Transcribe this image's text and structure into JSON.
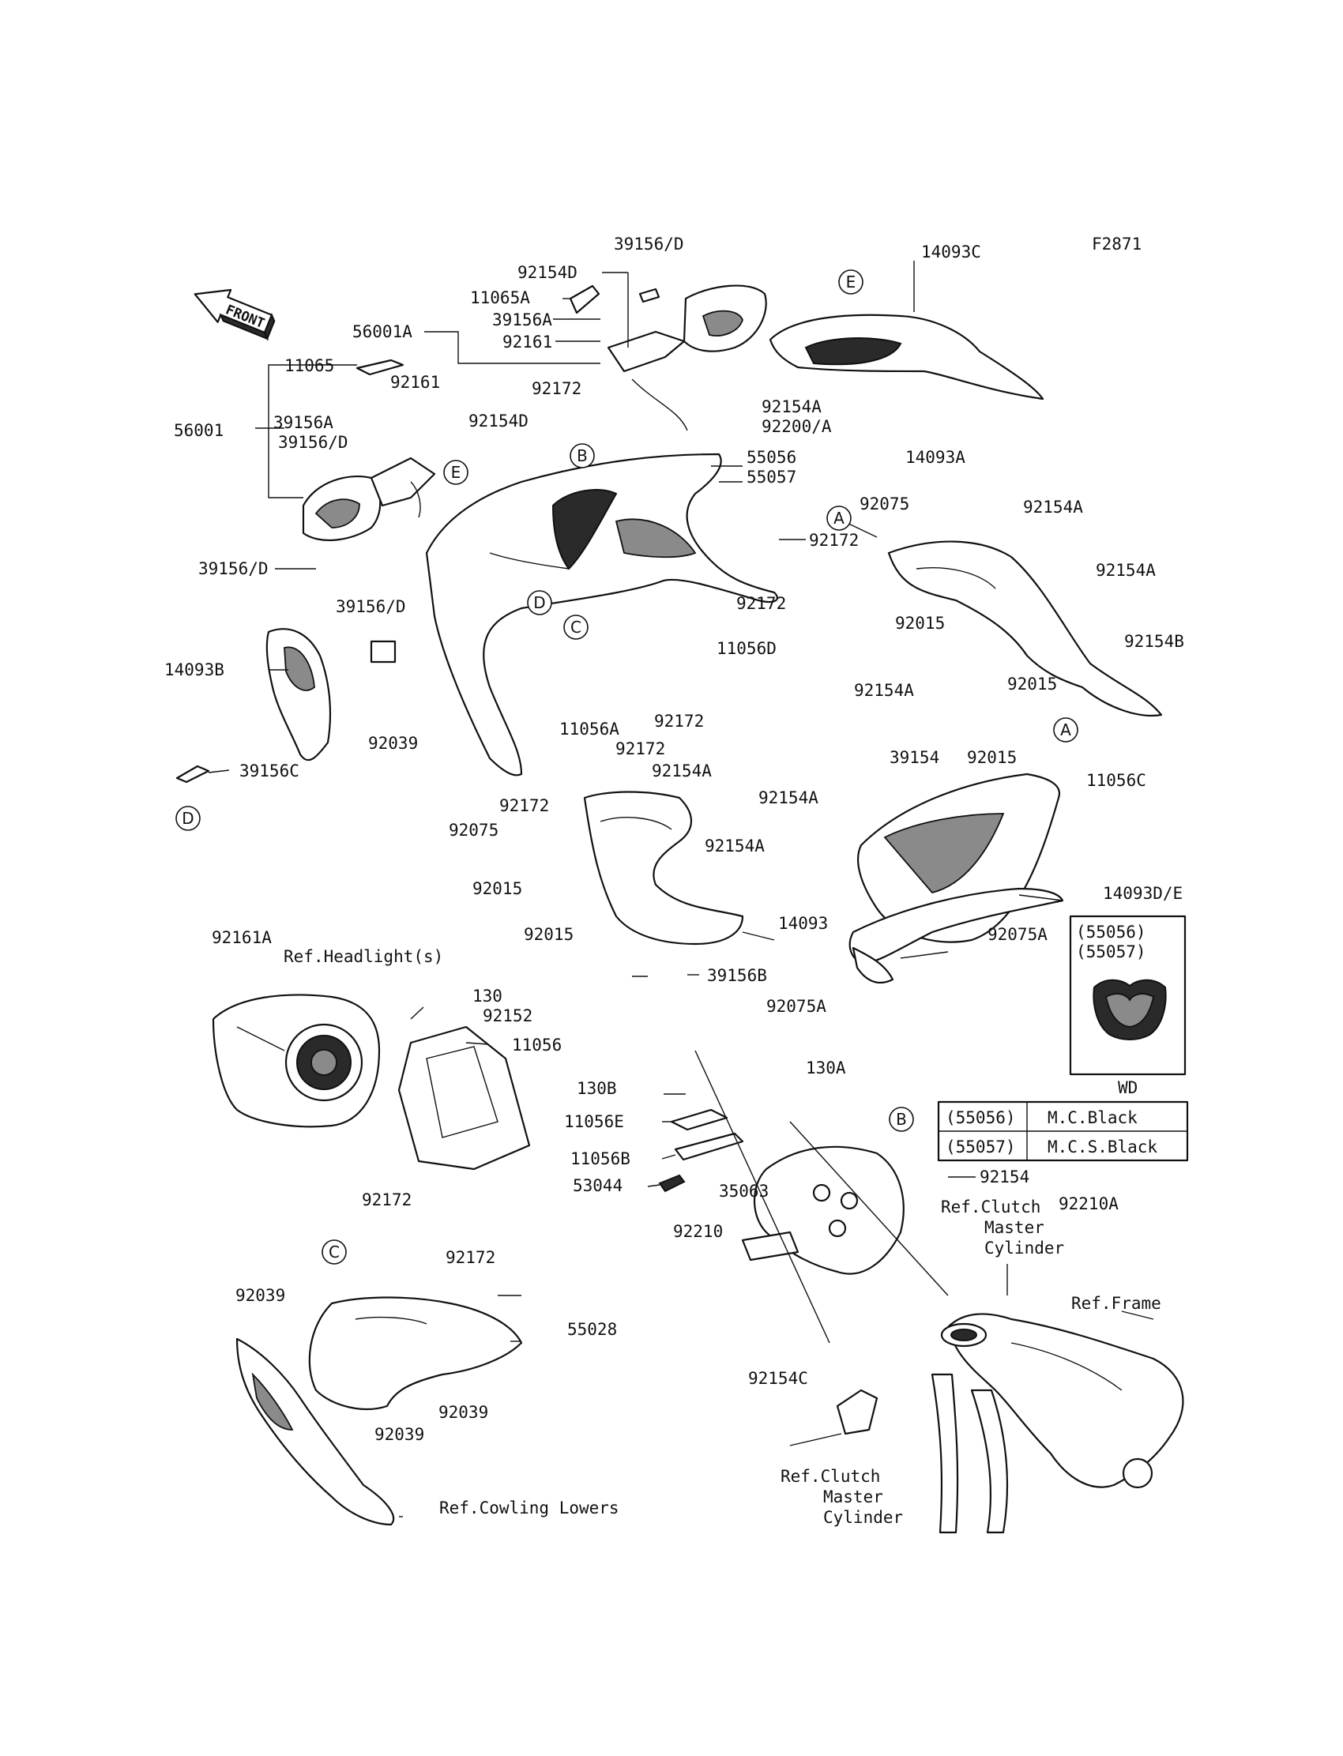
{
  "figure_code": "F2871",
  "front_label": "FRONT",
  "part_numbers": {
    "p39156D_top": "39156/D",
    "p92154D_top": "92154D",
    "p11065A": "11065A",
    "p39156A_top": "39156A",
    "p92161_top": "92161",
    "p56001A": "56001A",
    "p14093C": "14093C",
    "p11065": "11065",
    "p92161_left": "92161",
    "p92172_top": "92172",
    "p92154A_top": "92154A",
    "p92200A": "92200/A",
    "p56001": "56001",
    "p39156A_left": "39156A",
    "p92154D_left": "92154D",
    "p39156D_left": "39156/D",
    "p55056": "55056",
    "p55057": "55057",
    "p14093A": "14093A",
    "p92075_r": "92075",
    "p92154A_r1": "92154A",
    "p92172_mid": "92172",
    "p39156D_mid": "39156/D",
    "p92154A_r2": "92154A",
    "p92172_mid2": "92172",
    "p39156D_low": "39156/D",
    "p92015_r": "92015",
    "p92154B": "92154B",
    "p11056D": "11056D",
    "p14093B": "14093B",
    "p92154A_r3": "92154A",
    "p92015_r2": "92015",
    "p92172_c1": "92172",
    "p11056A": "11056A",
    "p92039_l": "92039",
    "p92172_c2": "92172",
    "p11056C": "11056C",
    "p39156C": "39156C",
    "p39154": "39154",
    "p92015_r3": "92015",
    "p92154A_c1": "92154A",
    "p92172_c3": "92172",
    "p92154A_c2": "92154A",
    "p92075_c": "92075",
    "p92154A_c3": "92154A",
    "p92015_c1": "92015",
    "p14093DE": "14093D/E",
    "p14093": "14093",
    "p92015_c2": "92015",
    "p92075A_1": "92075A",
    "p39156B": "39156B",
    "p92161A": "92161A",
    "p130": "130",
    "p92075A_2": "92075A",
    "p92152": "92152",
    "p11056": "11056",
    "p130A": "130A",
    "p130B": "130B",
    "p11056E": "11056E",
    "p11056B": "11056B",
    "p92154": "92154",
    "p53044": "53044",
    "p35063": "35063",
    "p92210A": "92210A",
    "p92172_b1": "92172",
    "p92210": "92210",
    "p92172_b2": "92172",
    "p92039_b1": "92039",
    "p55028": "55028",
    "p92039_b2": "92039",
    "p92039_b3": "92039",
    "p92154C": "92154C"
  },
  "references": {
    "headlights": "Ref.Headlight(s)",
    "clutch_top_1": "Ref.Clutch",
    "clutch_top_2": "Master",
    "clutch_top_3": "Cylinder",
    "frame": "Ref.Frame",
    "clutch_bot_1": "Ref.Clutch",
    "clutch_bot_2": "Master",
    "clutch_bot_3": "Cylinder",
    "cowling_lowers": "Ref.Cowling Lowers"
  },
  "callouts": {
    "A": "A",
    "B": "B",
    "C": "C",
    "D": "D",
    "E": "E"
  },
  "wd_box": {
    "line1": "(55056)",
    "line2": "(55057)",
    "caption": "WD"
  },
  "color_table": {
    "rows": [
      {
        "code": "(55056)",
        "color": "M.C.Black"
      },
      {
        "code": "(55057)",
        "color": "M.C.S.Black"
      }
    ]
  }
}
